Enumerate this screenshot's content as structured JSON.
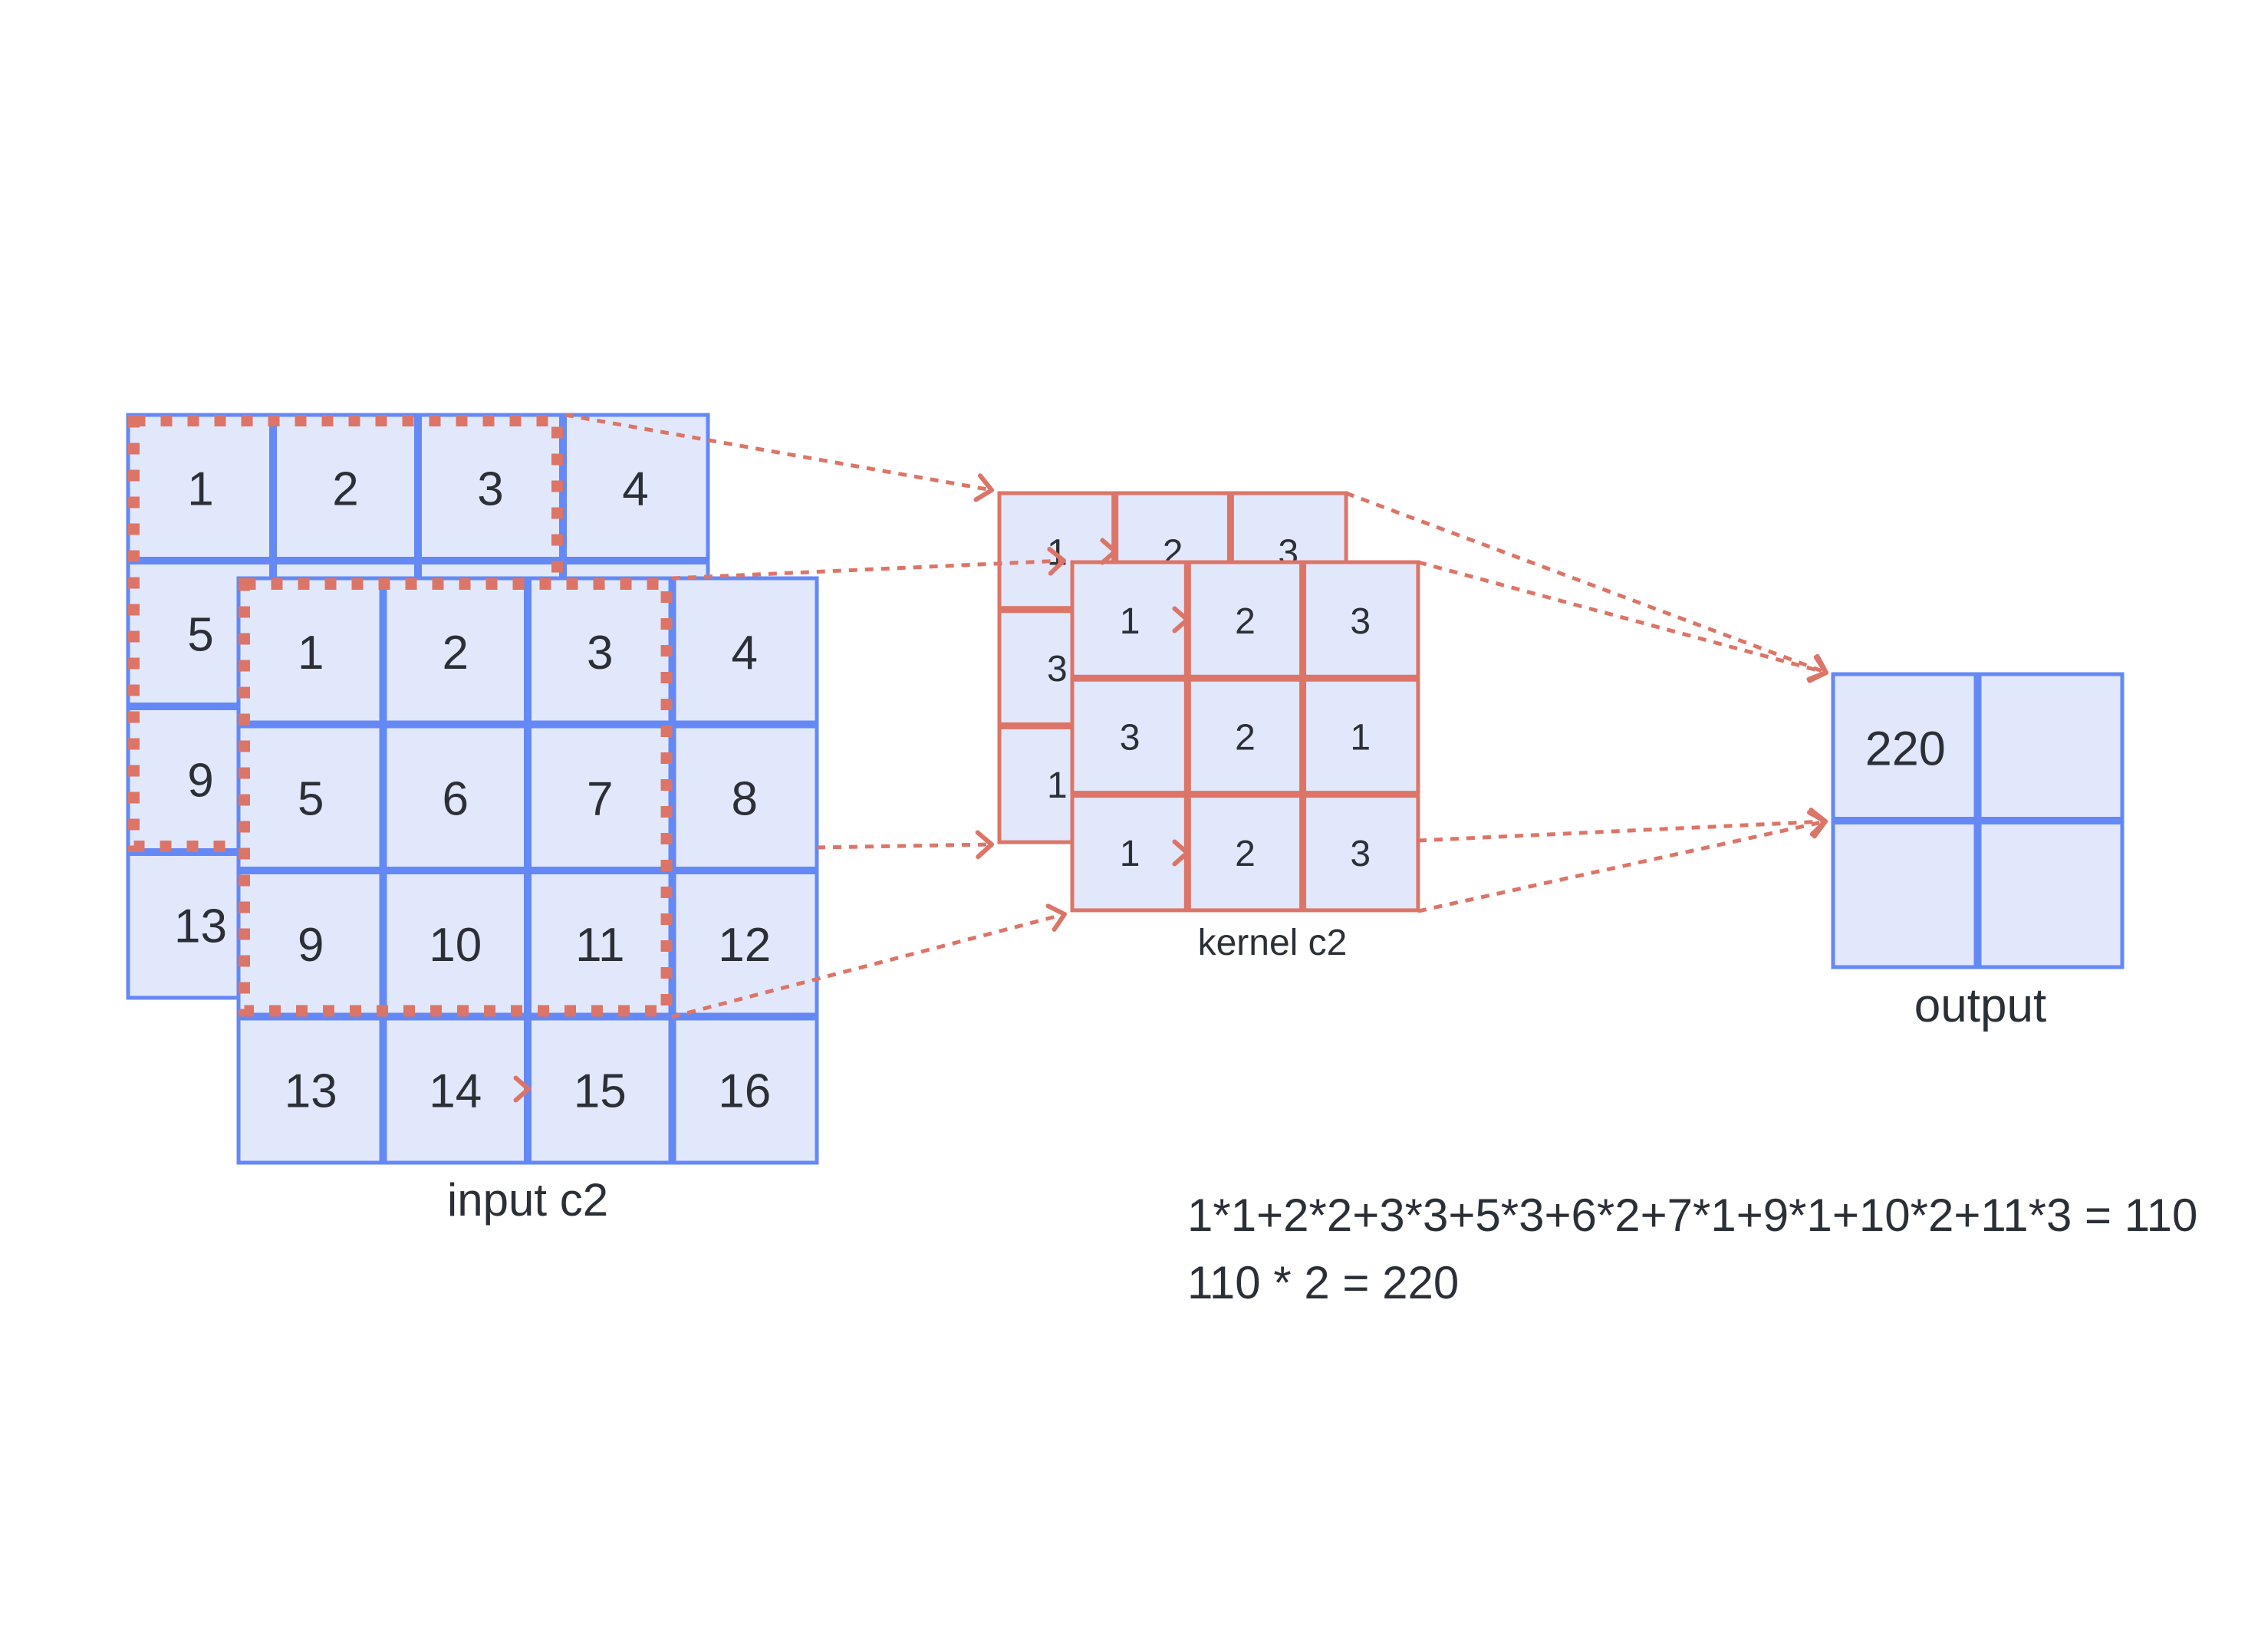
{
  "colors": {
    "background": "#ffffff",
    "grid_stroke": "#6488f6",
    "cell_fill": "#e2e8fb",
    "kernel_stroke": "#dc7567",
    "selection": "#dc7567",
    "arrow": "#dc7567",
    "text": "#2b2f36"
  },
  "input": {
    "label": "input c2",
    "window": {
      "rows": 3,
      "cols": 3
    },
    "back_channel": {
      "cells": [
        [
          1,
          2,
          3,
          4
        ],
        [
          5,
          null,
          null,
          null
        ],
        [
          9,
          null,
          null,
          null
        ],
        [
          13,
          null,
          null,
          null
        ]
      ]
    },
    "front_channel": {
      "cells": [
        [
          1,
          2,
          3,
          4
        ],
        [
          5,
          6,
          7,
          8
        ],
        [
          9,
          10,
          11,
          12
        ],
        [
          13,
          14,
          15,
          16
        ]
      ]
    }
  },
  "kernel": {
    "label": "kernel c2",
    "back_channel": {
      "cells": [
        [
          1,
          2,
          3
        ],
        [
          3,
          null,
          null
        ],
        [
          1,
          null,
          null
        ]
      ]
    },
    "front_channel": {
      "cells": [
        [
          1,
          2,
          3
        ],
        [
          3,
          2,
          1
        ],
        [
          1,
          2,
          3
        ]
      ]
    }
  },
  "output": {
    "label": "output",
    "cells": [
      [
        220,
        null
      ],
      [
        null,
        null
      ]
    ]
  },
  "equations": [
    "1*1+2*2+3*3+5*3+6*2+7*1+9*1+10*2+11*3 = 110",
    "110 * 2 = 220"
  ],
  "icons": {
    "flow_arrow": "dashed-arrow-icon",
    "step_arrow": "arrow-right-icon"
  }
}
